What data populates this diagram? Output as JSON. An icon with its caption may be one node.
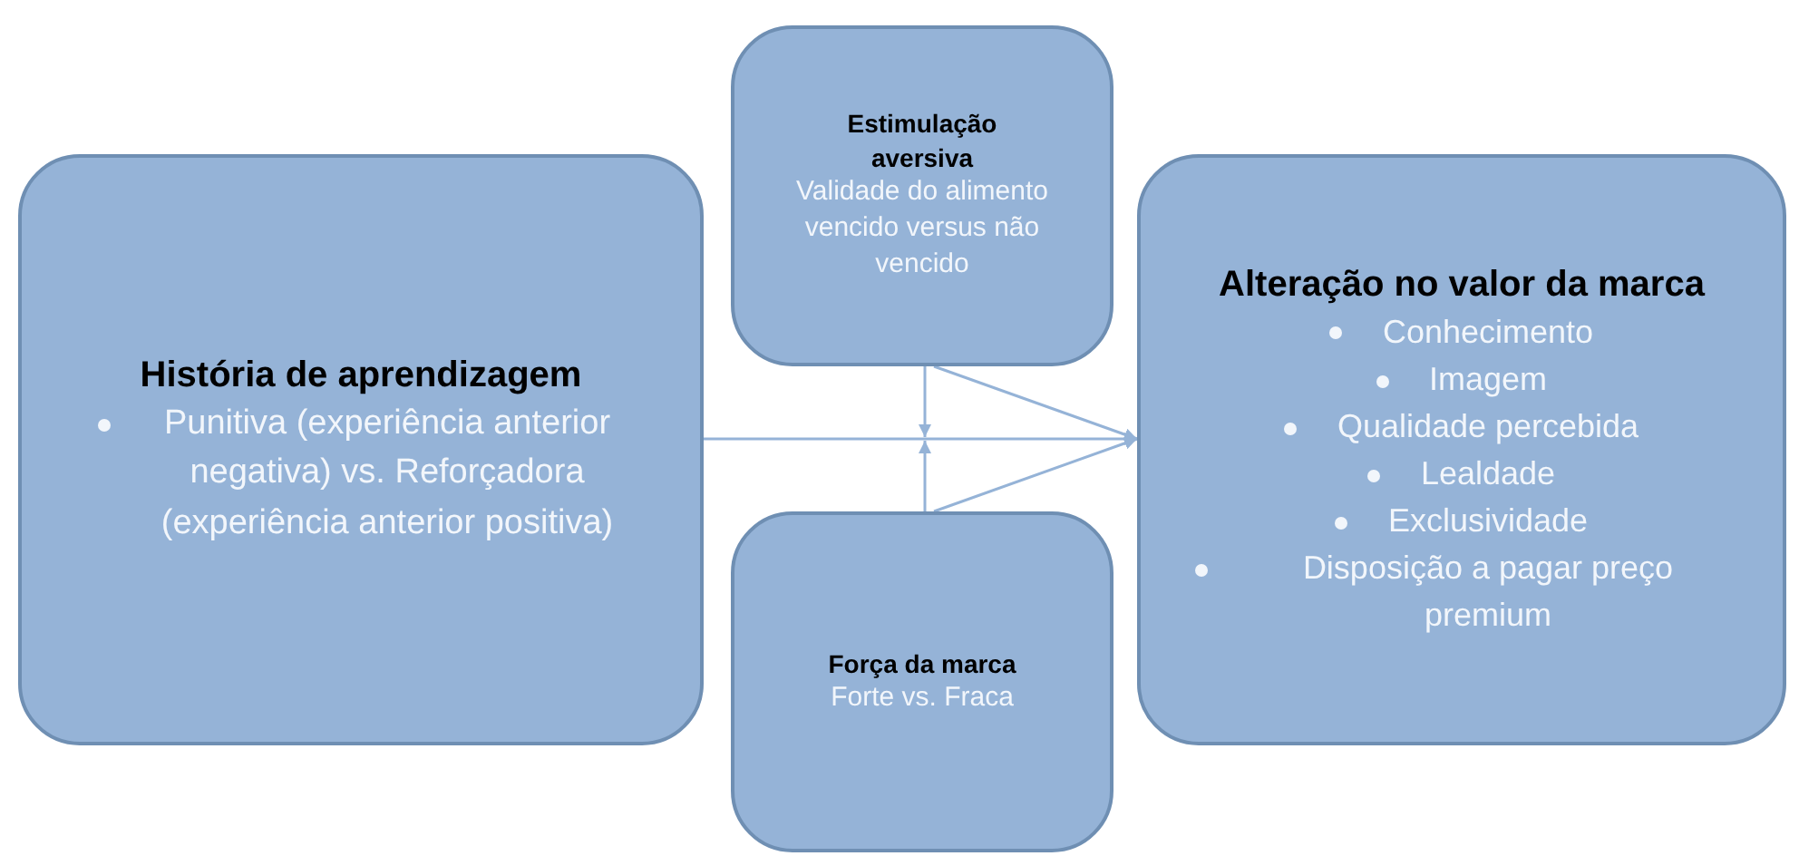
{
  "diagram": {
    "nodes": [
      {
        "text": [
          "História de aprendizagem",
          "Punitiva (experiência anterior negativa) vs. Reforçadora (experiência anterior positiva)"
        ]
      },
      {
        "text": [
          "Estimulação aversiva",
          "Validade do alimento vencido versus não vencido"
        ]
      },
      {
        "text": [
          "Força da marca",
          "Forte vs. Fraca"
        ]
      },
      {
        "text": [
          "Alteração no valor da marca",
          "Conhecimento",
          "Imagem",
          "Qualidade percebida",
          "Lealdade",
          "Exclusividade",
          "Disposição a pagar preço premium"
        ]
      }
    ],
    "edges": [
      {
        "from": 0,
        "to": 3,
        "arrow": "to"
      },
      {
        "from": 1,
        "to": null,
        "arrow": "to"
      },
      {
        "from": 2,
        "to": null,
        "arrow": "to"
      },
      {
        "from": 1,
        "to": 3,
        "arrow": "to"
      },
      {
        "from": 2,
        "to": 3,
        "arrow": "to"
      }
    ]
  }
}
